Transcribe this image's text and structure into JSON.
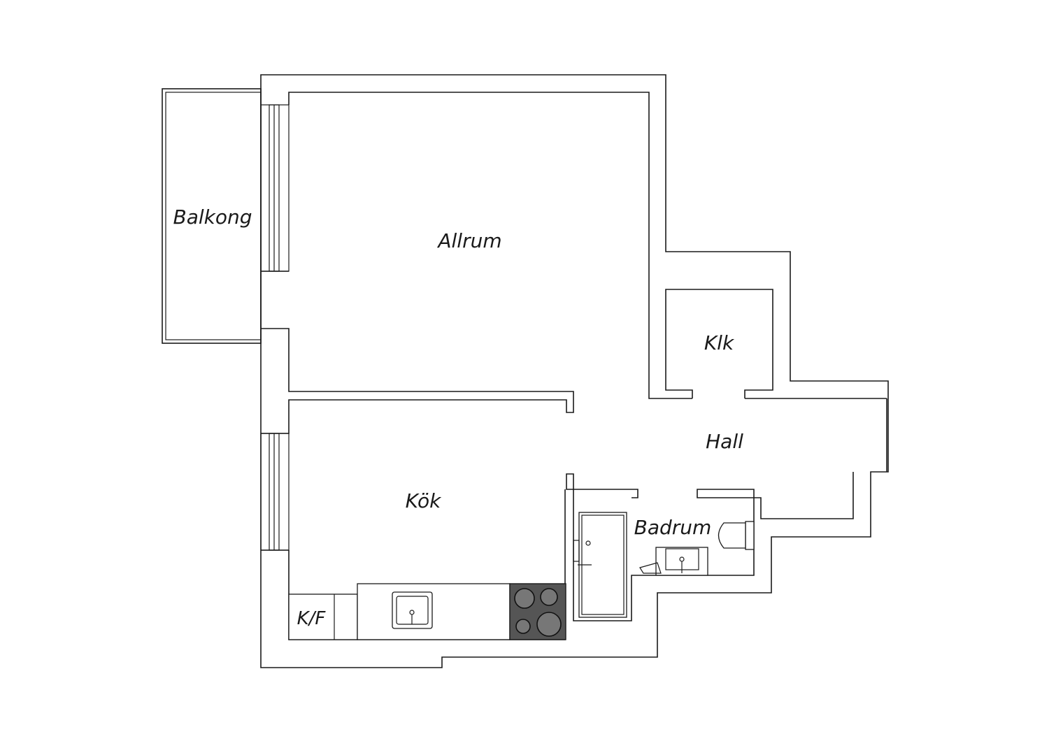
{
  "rooms": {
    "balkong": "Balkong",
    "allrum": "Allrum",
    "klk": "Klk",
    "hall": "Hall",
    "kok": "Kök",
    "badrum": "Badrum",
    "kf": "K/F"
  }
}
